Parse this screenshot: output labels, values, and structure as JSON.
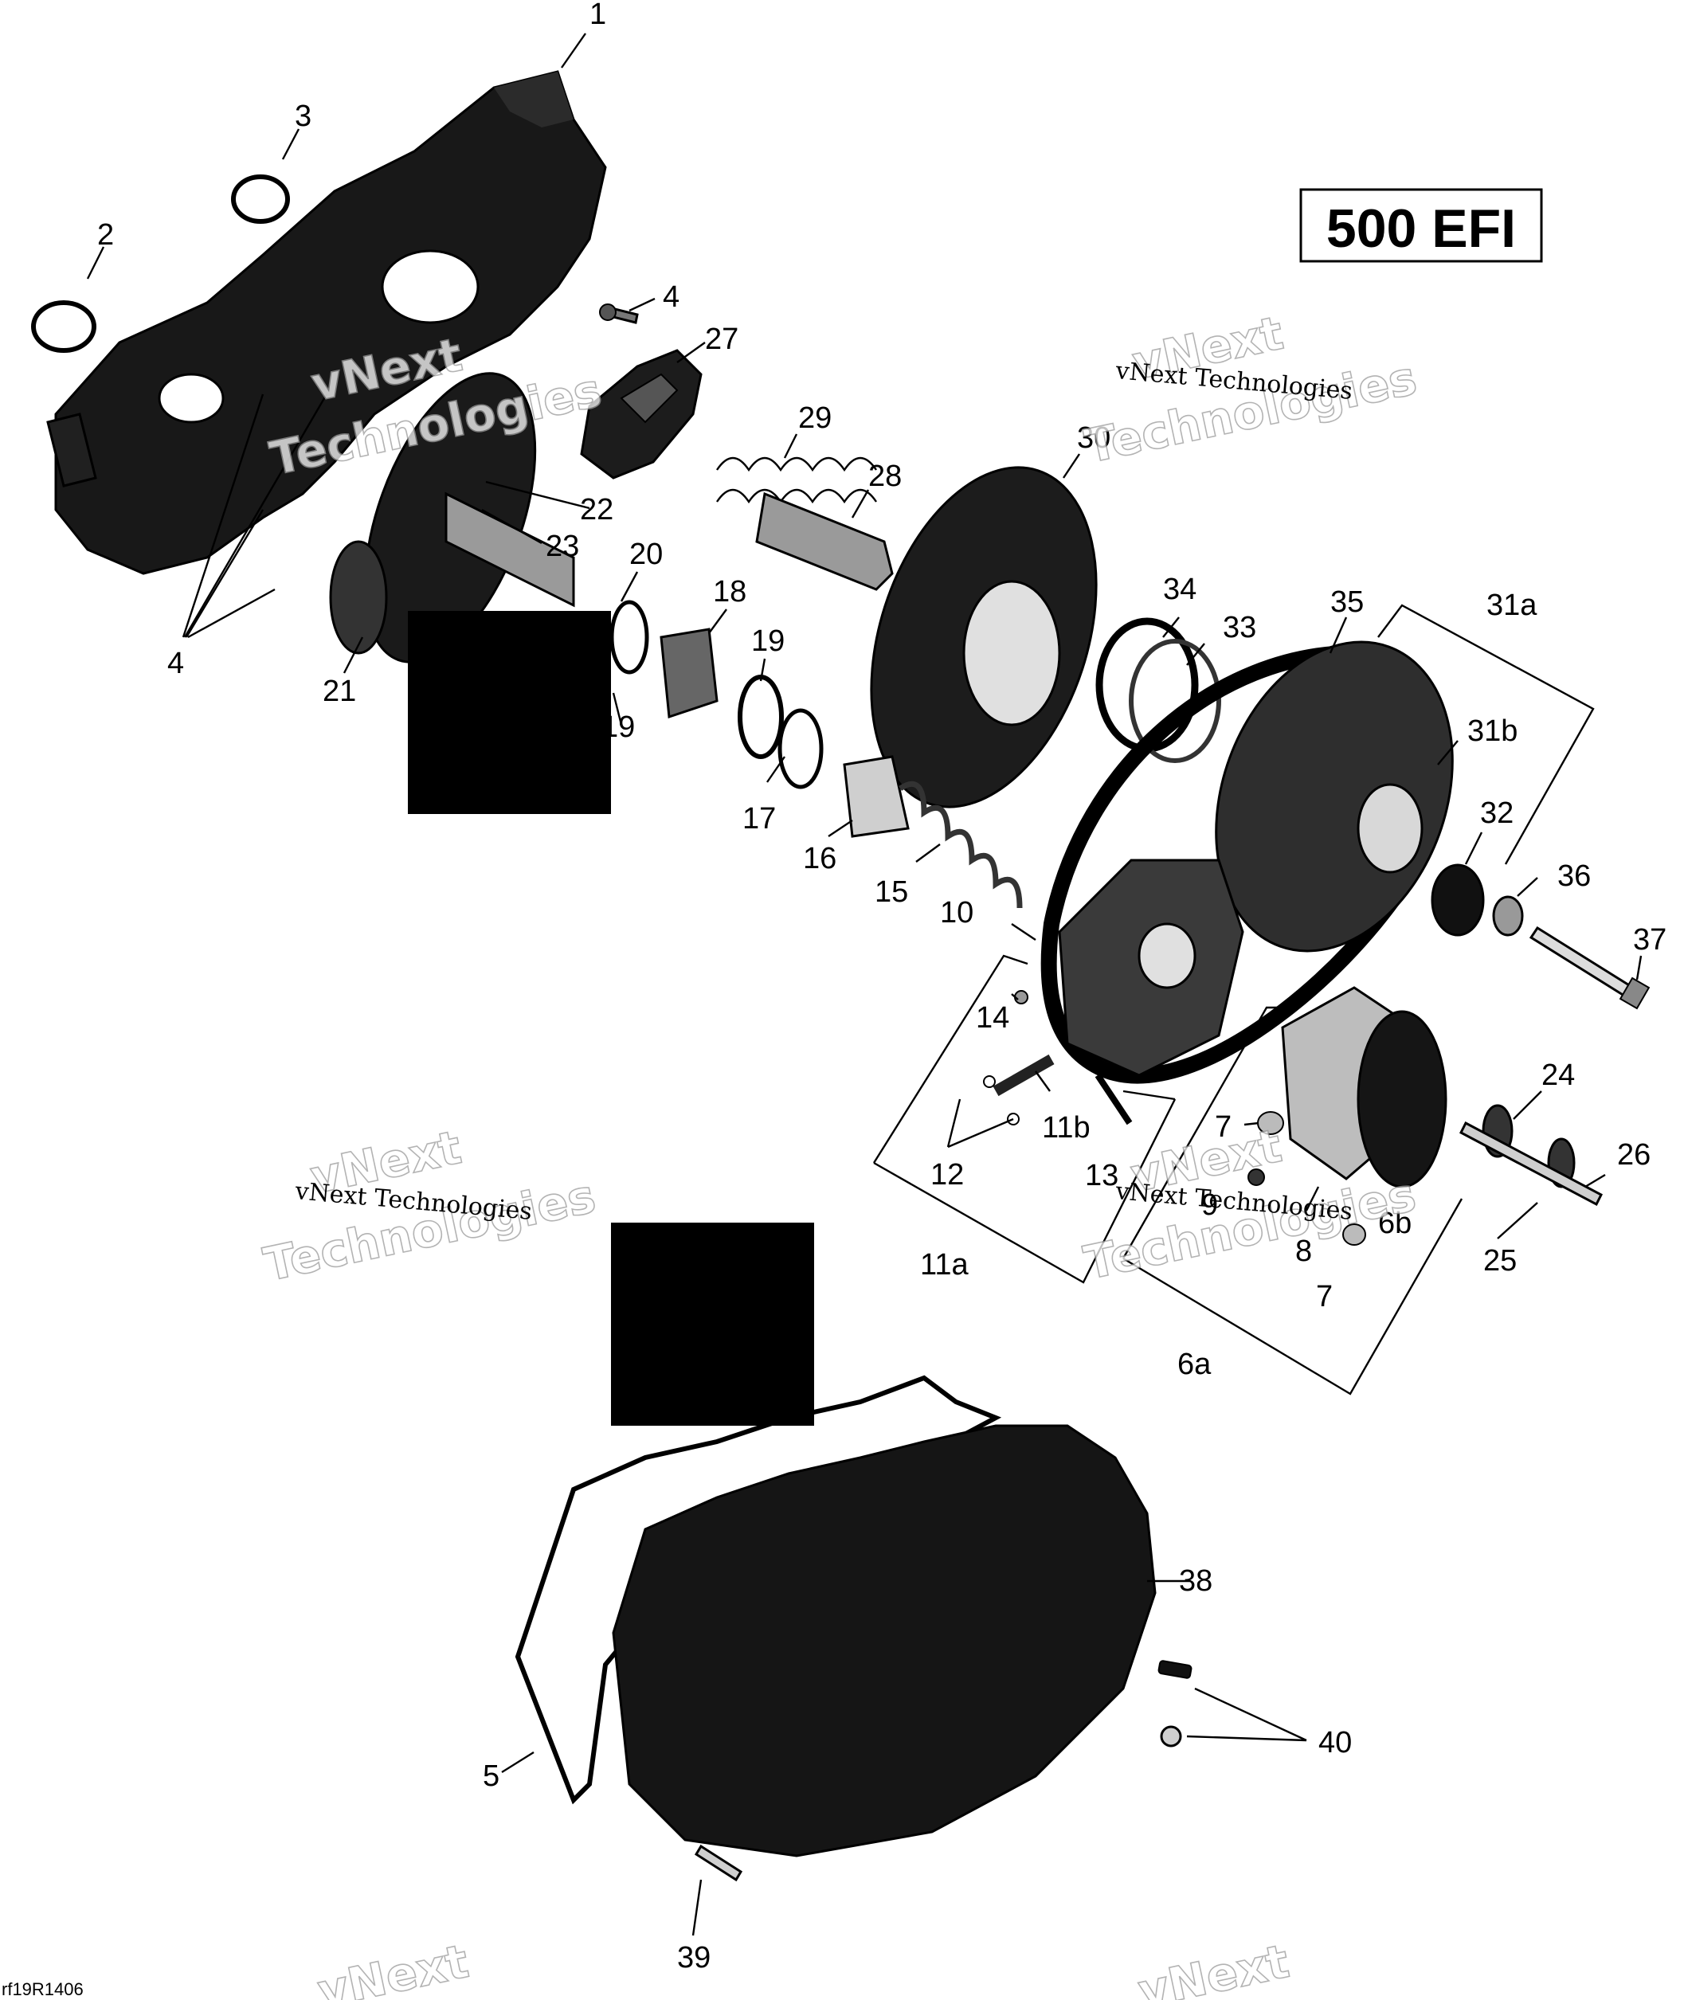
{
  "title": "500 EFI",
  "drawing_code": "rf19R1406",
  "watermark_text": "vNext Technologies",
  "watermark_wrap": [
    "vNext",
    "Technologies"
  ],
  "callouts": {
    "c1": "1",
    "c2": "2",
    "c3": "3",
    "c4a": "4",
    "c4b": "4",
    "c27": "27",
    "c29": "29",
    "c28": "28",
    "c30": "30",
    "c22": "22",
    "c23": "23",
    "c20": "20",
    "c18": "18",
    "c19a": "19",
    "c19b": "19",
    "c21": "21",
    "c17": "17",
    "c16": "16",
    "c15": "15",
    "c34": "34",
    "c33": "33",
    "c35": "35",
    "c31a": "31a",
    "c31b": "31b",
    "c32": "32",
    "c36": "36",
    "c37": "37",
    "c10": "10",
    "c14": "14",
    "c11b": "11b",
    "c12": "12",
    "c13": "13",
    "c11a": "11a",
    "c7a": "7",
    "c7b": "7",
    "c9": "9",
    "c8": "8",
    "c6b": "6b",
    "c6a": "6a",
    "c24": "24",
    "c26": "26",
    "c25": "25",
    "c38": "38",
    "c40": "40",
    "c5": "5",
    "c39": "39"
  },
  "colors": {
    "ink": "#000000",
    "part_dark": "#141414",
    "part_mid": "#3a3a3a",
    "part_light": "#8a8a8a",
    "redaction": "#000000"
  }
}
